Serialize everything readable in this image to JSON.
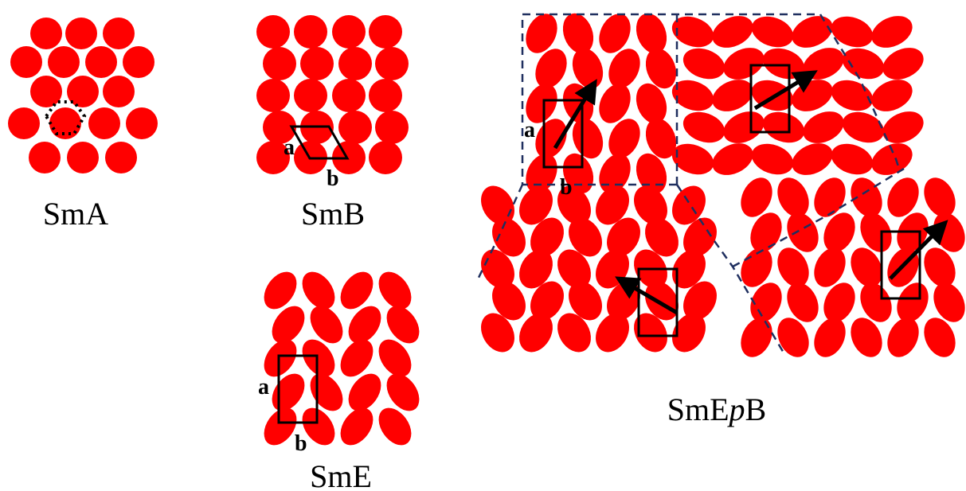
{
  "colors": {
    "molecule": "#ff0000",
    "outline": "#000000",
    "domain_boundary": "#1f2f5f",
    "background": "#ffffff"
  },
  "panels": {
    "sma": {
      "title": "SmA"
    },
    "smb": {
      "title": "SmB",
      "lattice_label_a": "a",
      "lattice_label_b": "b"
    },
    "sme": {
      "title": "SmE",
      "lattice_label_a": "a",
      "lattice_label_b": "b"
    },
    "smepb": {
      "title_prefix": "SmE",
      "title_italic": "p",
      "title_suffix": "B",
      "lattice_label_a": "a",
      "lattice_label_b": "b"
    }
  }
}
